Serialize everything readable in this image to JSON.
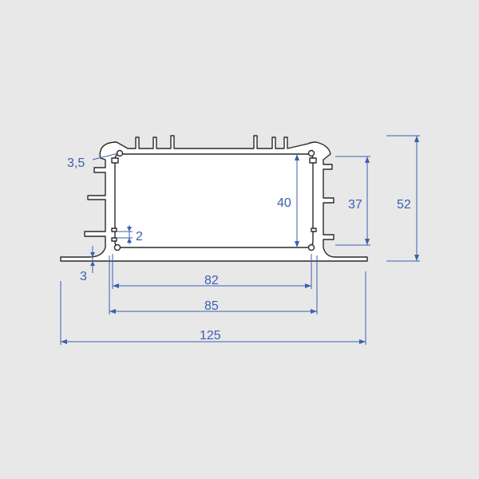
{
  "colors": {
    "background": "#e8e8e8",
    "profile_outline": "#2a2a2a",
    "profile_fill": "#ffffff",
    "dimension": "#3a5fb0"
  },
  "dimensions": {
    "overall_width": "125",
    "outer_width": "85",
    "inner_width": "82",
    "overall_height": "52",
    "outer_height": "40",
    "inner_height": "37",
    "corner_radius": "3,5",
    "fin_gap": "2",
    "flange_thickness": "3"
  }
}
